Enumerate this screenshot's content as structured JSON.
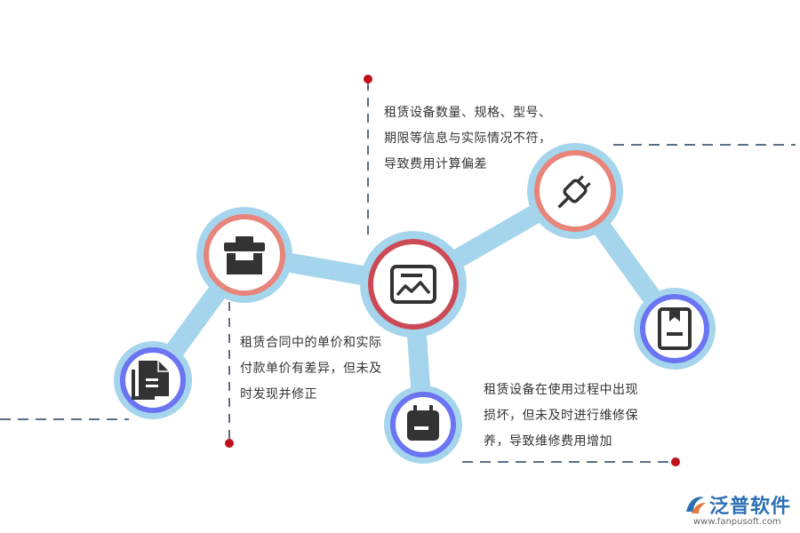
{
  "colors": {
    "connector": "#a5d5ec",
    "halo": "#a5d5ec",
    "ring_salmon": "#e8847a",
    "ring_red": "#cc4a55",
    "ring_blue": "#6b74f2",
    "icon_fill": "#333333",
    "leader_dot": "#c0101b",
    "dash_line": "#5a6e85"
  },
  "nodes": [
    {
      "id": "documents",
      "icon": "documents-icon",
      "ring": "ring_blue"
    },
    {
      "id": "toolbox",
      "icon": "toolbox-icon",
      "ring": "ring_salmon"
    },
    {
      "id": "chart",
      "icon": "chart-window-icon",
      "ring": "ring_red"
    },
    {
      "id": "calendar",
      "icon": "calendar-icon",
      "ring": "ring_blue"
    },
    {
      "id": "plug",
      "icon": "plug-icon",
      "ring": "ring_salmon"
    },
    {
      "id": "report",
      "icon": "report-icon",
      "ring": "ring_blue"
    }
  ],
  "captions": {
    "top": {
      "lines": [
        "租赁设备数量、规格、型号、",
        "期限等信息与实际情况不符，",
        "导致费用计算偏差"
      ]
    },
    "left": {
      "lines": [
        "租赁合同中的单价和实际",
        "付款单价有差异，但未及",
        "时发现并修正"
      ]
    },
    "right": {
      "lines": [
        "租赁设备在使用过程中出现",
        "损坏，但未及时进行维修保",
        "养，导致维修费用增加"
      ]
    }
  },
  "logo": {
    "name": "泛普软件",
    "url": "www.fanpusoft.com"
  }
}
